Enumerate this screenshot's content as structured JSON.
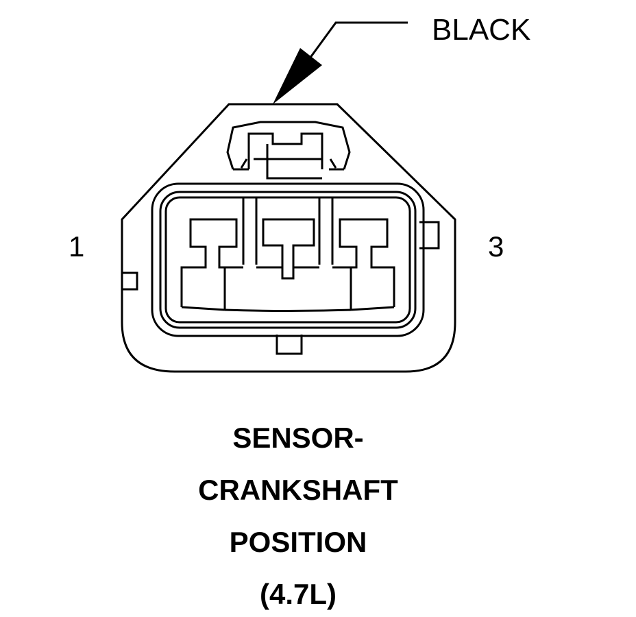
{
  "callout": {
    "label": "BLACK"
  },
  "pins": {
    "left": "1",
    "right": "3"
  },
  "caption": {
    "line1": "SENSOR-",
    "line2": "CRANKSHAFT",
    "line3": "POSITION",
    "line4": "(4.7L)"
  },
  "colors": {
    "stroke": "#000000",
    "background": "#ffffff"
  }
}
